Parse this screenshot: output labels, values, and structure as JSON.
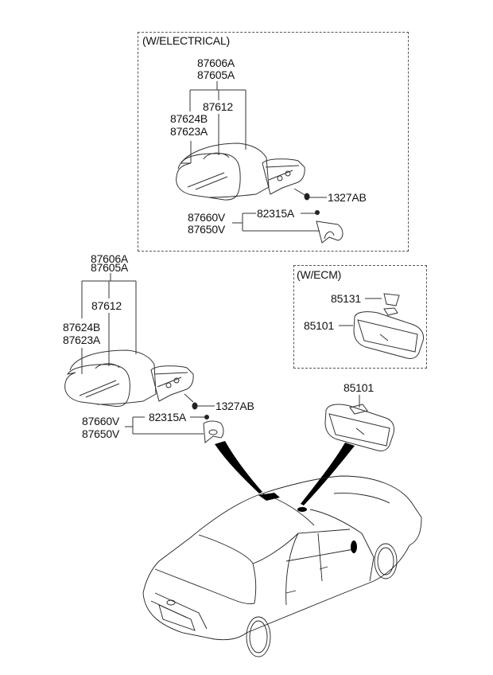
{
  "diagram": {
    "electrical_group": {
      "title": "(W/ELECTRICAL)",
      "parts": {
        "mirror_assy_lh": "87606A",
        "mirror_assy_rh": "87605A",
        "mirror_glass": "87612",
        "cover_b": "87624B",
        "cover_a": "87623A",
        "nut": "1327AB",
        "screw": "82315A",
        "garnish_lh": "87660V",
        "garnish_rh": "87650V"
      }
    },
    "manual_group": {
      "parts": {
        "mirror_assy_lh": "87606A",
        "mirror_assy_rh": "87605A",
        "mirror_glass": "87612",
        "cover_b": "87624B",
        "cover_a": "87623A",
        "nut": "1327AB",
        "screw": "82315A",
        "garnish_lh": "87660V",
        "garnish_rh": "87650V"
      }
    },
    "ecm_group": {
      "title": "(W/ECM)",
      "parts": {
        "cover": "85131",
        "inside_mirror": "85101"
      }
    },
    "inside_mirror_std": {
      "part": "85101"
    }
  }
}
